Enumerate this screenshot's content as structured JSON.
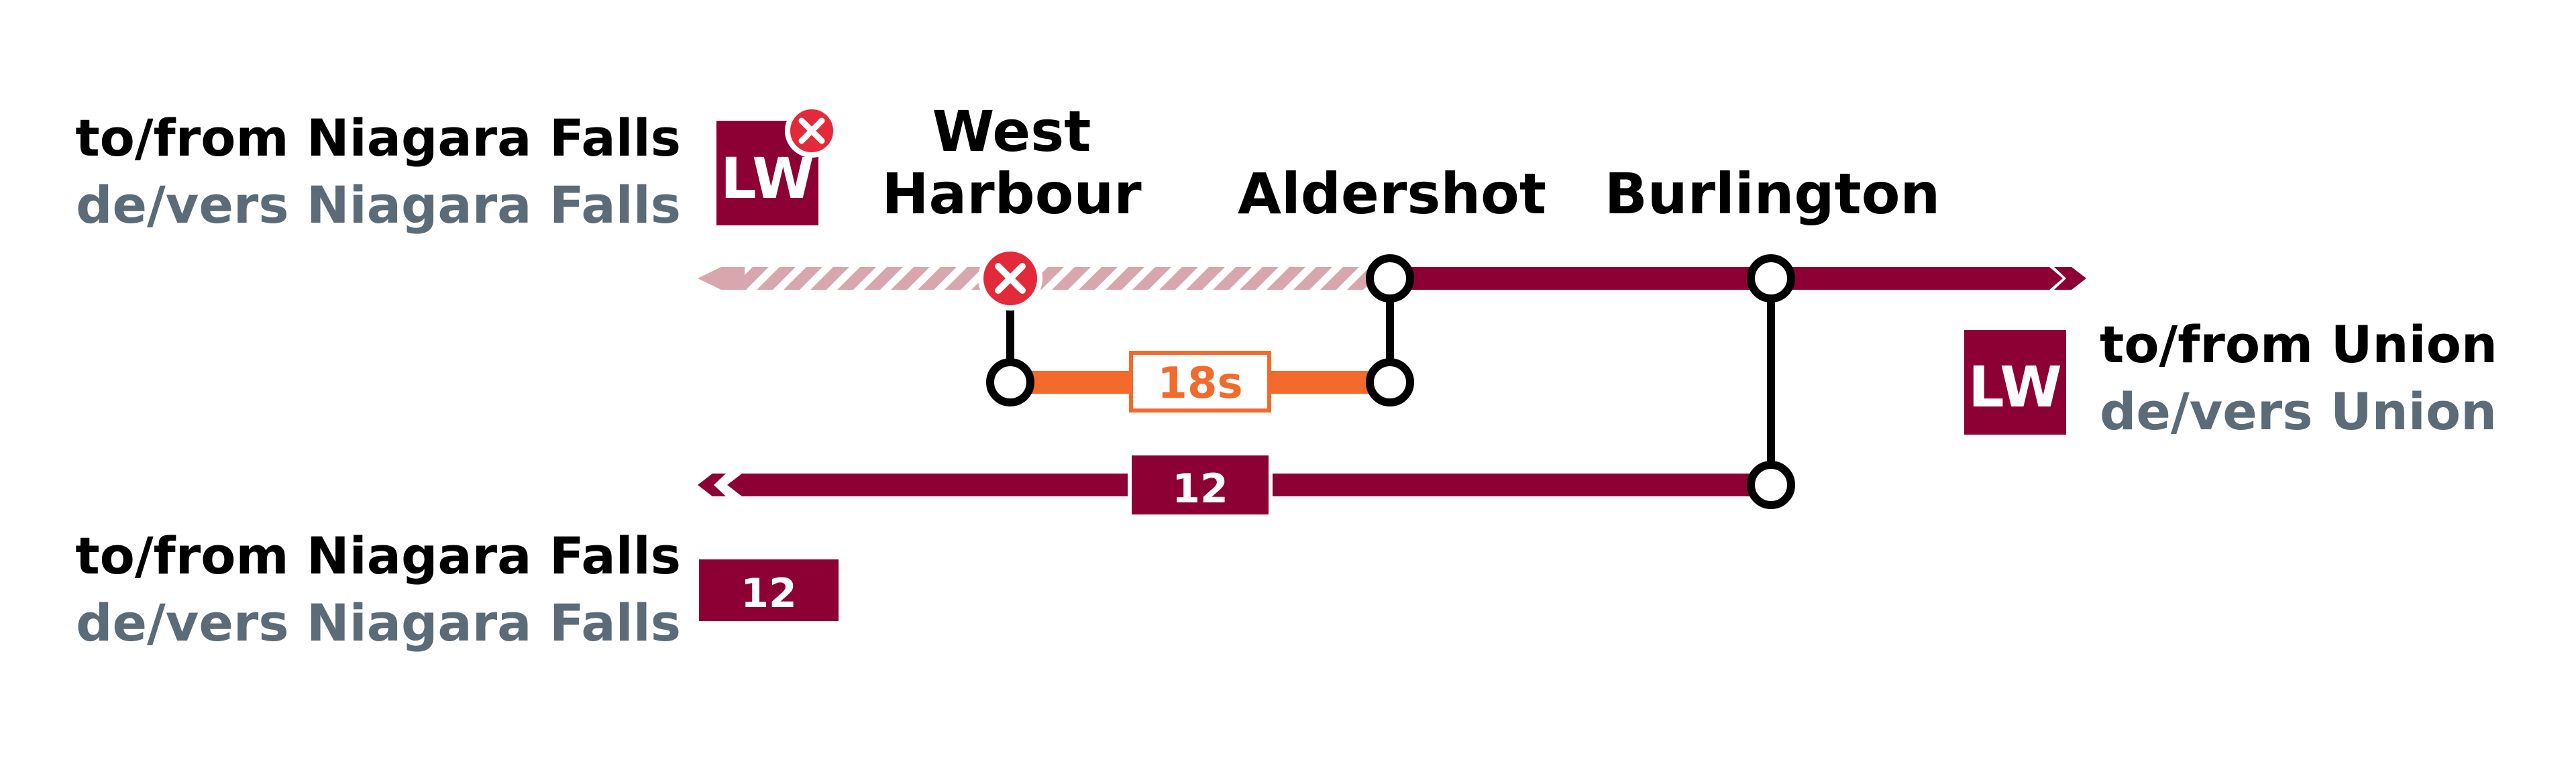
{
  "colors": {
    "line": "#8d0034",
    "line_suspended": "#d8a7ad",
    "shuttle": "#f26b2c",
    "connector": "#000000",
    "alert": "#e22a3a",
    "french_text": "#5b6b78"
  },
  "stations": {
    "west_harbour_line1": "West",
    "west_harbour_line2": "Harbour",
    "aldershot": "Aldershot",
    "burlington": "Burlington"
  },
  "endpoints": {
    "niagara_top": {
      "en": "to/from Niagara Falls",
      "fr": "de/vers Niagara Falls"
    },
    "union": {
      "en": "to/from Union",
      "fr": "de/vers Union"
    },
    "niagara_bottom": {
      "en": "to/from Niagara Falls",
      "fr": "de/vers Niagara Falls"
    }
  },
  "badges": {
    "lw_top": "LW",
    "lw_union": "LW",
    "route_12_line": "12",
    "route_12_legend": "12",
    "shuttle": "18s"
  },
  "icons": {
    "alert": "close-x-icon",
    "line_end": "chevron-arrow-icon"
  }
}
